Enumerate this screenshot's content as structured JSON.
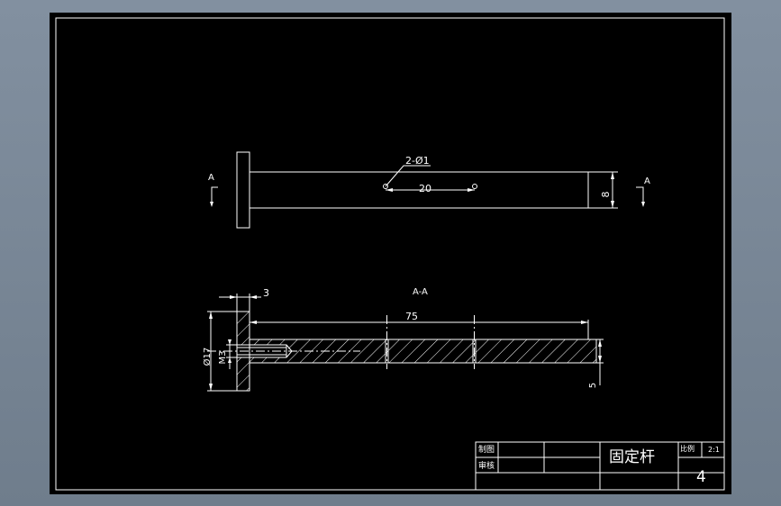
{
  "drawing": {
    "front_view": {
      "hole_callout": "2-Ø1",
      "hole_spacing": "20",
      "shaft_dia": "8",
      "section_mark_left": "A",
      "section_mark_right": "A"
    },
    "section_view": {
      "title": "A-A",
      "flange_thickness": "3",
      "length": "75",
      "flange_dia": "Ø17",
      "thread": "M3",
      "end_dim": "5"
    }
  },
  "title_block": {
    "drawn_label": "制图",
    "checked_label": "审核",
    "part_name": "固定杆",
    "scale_label": "比例",
    "scale_value": "2:1",
    "sheet_no": "4"
  },
  "colors": {
    "background": "#000000",
    "lines": "#ffffff",
    "frame_outside": "#7a8796"
  }
}
